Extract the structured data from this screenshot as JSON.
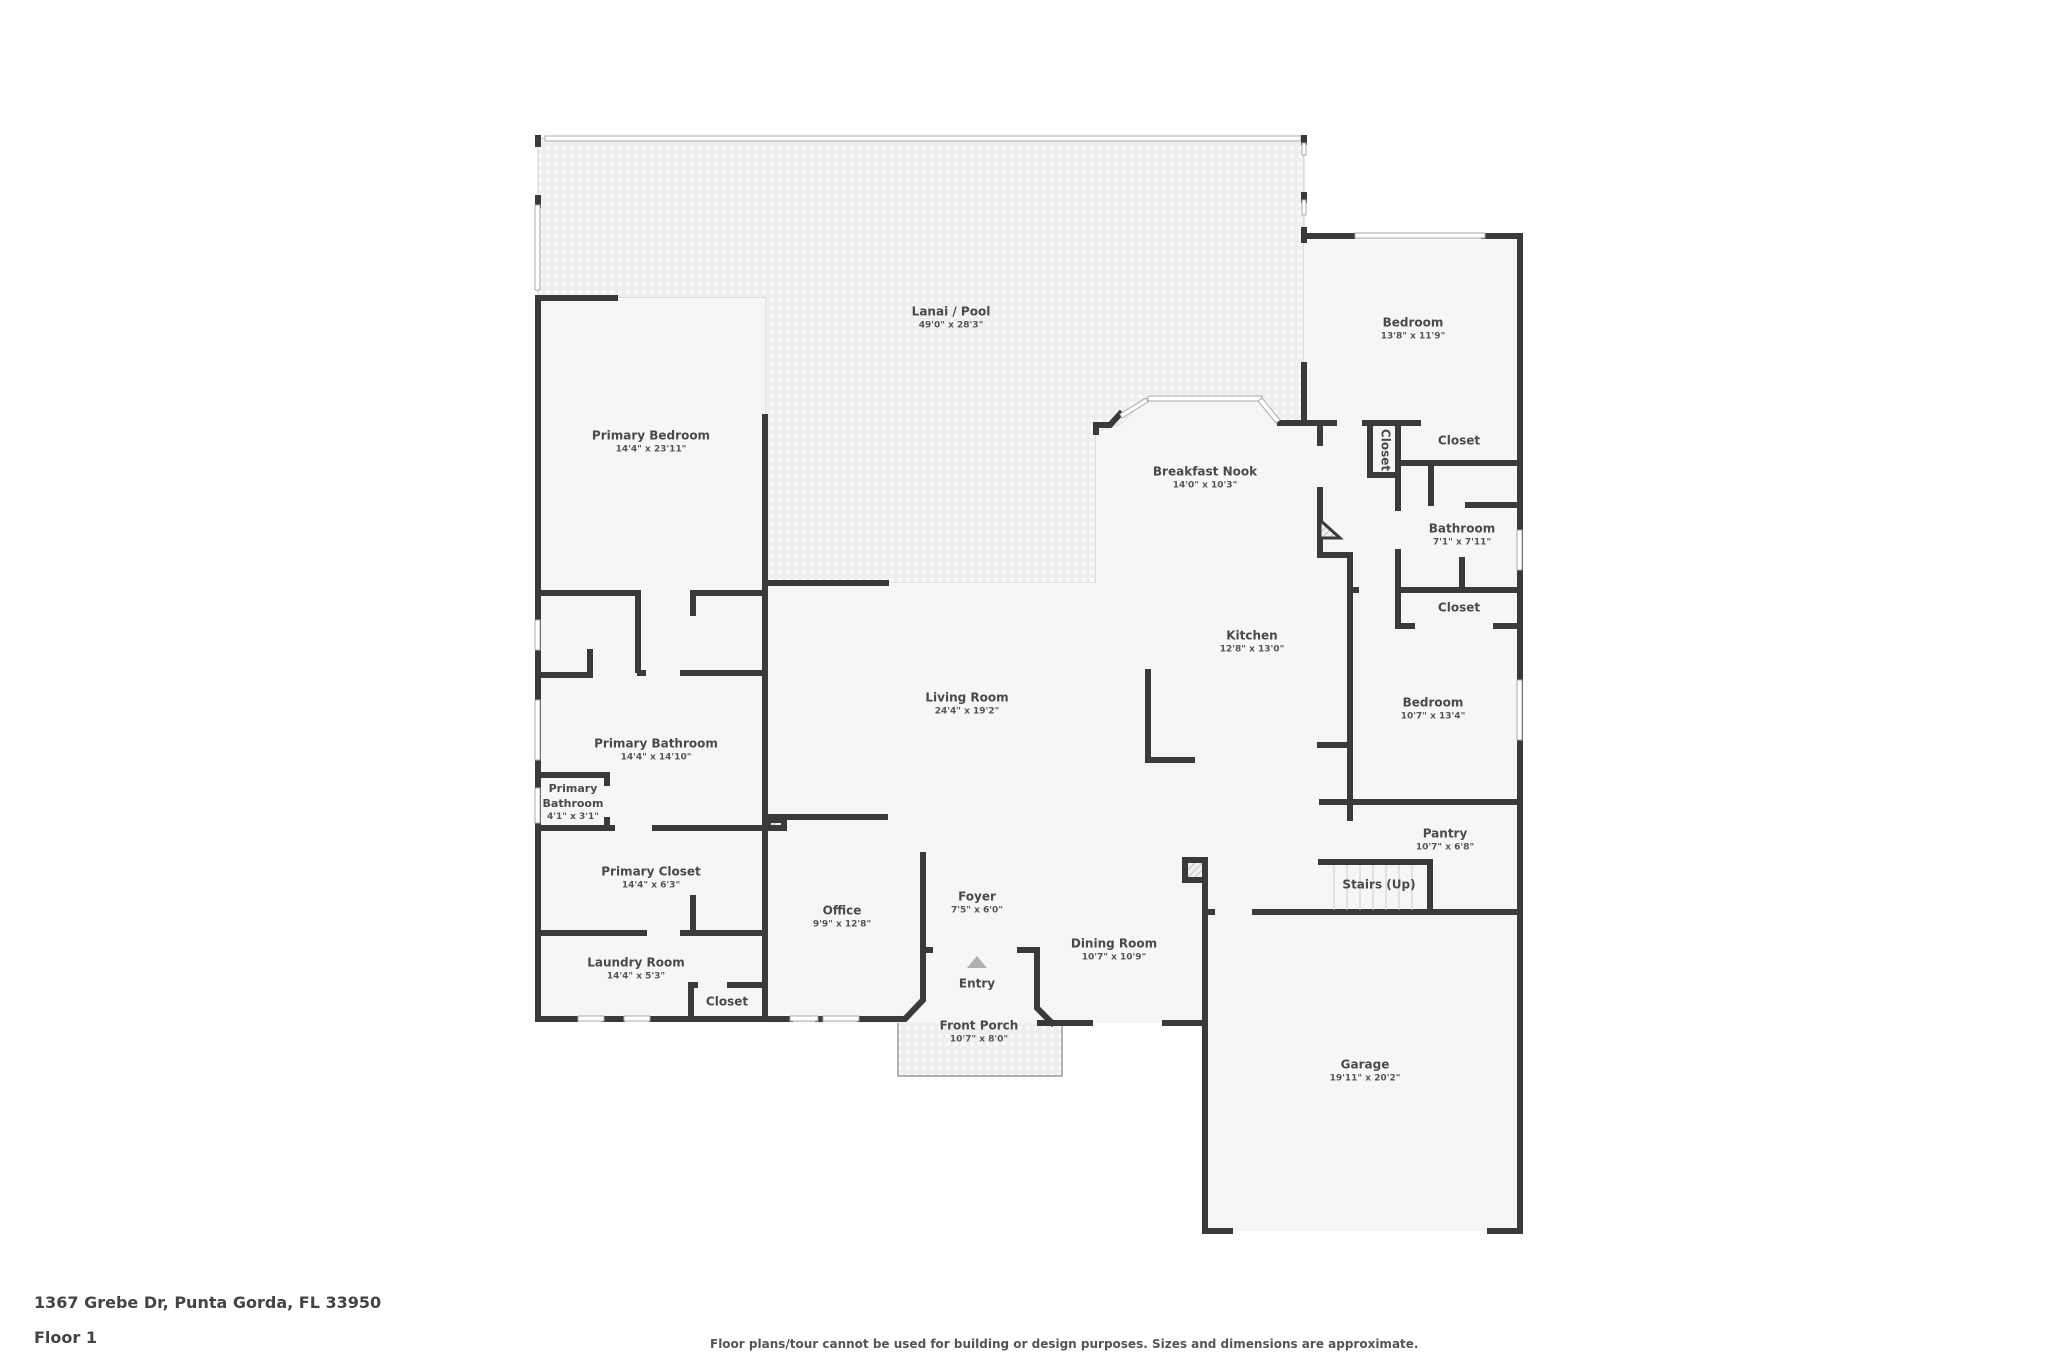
{
  "plan": {
    "address": "1367 Grebe Dr, Punta Gorda, FL 33950",
    "floor": "Floor 1",
    "disclaimer": "Floor plans/tour cannot be used for building or design purposes. Sizes and dimensions are approximate.",
    "colors": {
      "wall": "#3a3a3a",
      "floor": "#f6f6f6",
      "outdoor_tile": "#e6e6e6",
      "window": "#ffffff",
      "text": "#4a4a4a"
    },
    "rooms": [
      {
        "name": "Lanai / Pool",
        "dims": "49'0\" x 28'3\""
      },
      {
        "name": "Primary Bedroom",
        "dims": "14'4\" x 23'11\""
      },
      {
        "name": "Bedroom",
        "dims": "13'8\" x 11'9\""
      },
      {
        "name": "Breakfast Nook",
        "dims": "14'0\" x 10'3\""
      },
      {
        "name": "Closet",
        "dims": ""
      },
      {
        "name": "Closet",
        "dims": ""
      },
      {
        "name": "Bathroom",
        "dims": "7'1\" x 7'11\""
      },
      {
        "name": "Closet",
        "dims": ""
      },
      {
        "name": "Kitchen",
        "dims": "12'8\" x 13'0\""
      },
      {
        "name": "Living Room",
        "dims": "24'4\" x 19'2\""
      },
      {
        "name": "Bedroom",
        "dims": "10'7\" x 13'4\""
      },
      {
        "name": "Primary Bathroom",
        "dims": "14'4\" x 14'10\""
      },
      {
        "name": "Primary Bathroom",
        "dims": "4'1\" x 3'1\""
      },
      {
        "name": "Pantry",
        "dims": "10'7\" x 6'8\""
      },
      {
        "name": "Stairs (Up)",
        "dims": ""
      },
      {
        "name": "Primary Closet",
        "dims": "14'4\" x 6'3\""
      },
      {
        "name": "Office",
        "dims": "9'9\" x 12'8\""
      },
      {
        "name": "Foyer",
        "dims": "7'5\" x 6'0\""
      },
      {
        "name": "Dining Room",
        "dims": "10'7\" x 10'9\""
      },
      {
        "name": "Laundry Room",
        "dims": "14'4\" x 5'3\""
      },
      {
        "name": "Closet",
        "dims": ""
      },
      {
        "name": "Entry",
        "dims": ""
      },
      {
        "name": "Front Porch",
        "dims": "10'7\" x 8'0\""
      },
      {
        "name": "Garage",
        "dims": "19'11\" x 20'2\""
      }
    ],
    "icons": {
      "entry": "entry-arrow-icon",
      "fireplace": "hatched-column-icon"
    }
  }
}
